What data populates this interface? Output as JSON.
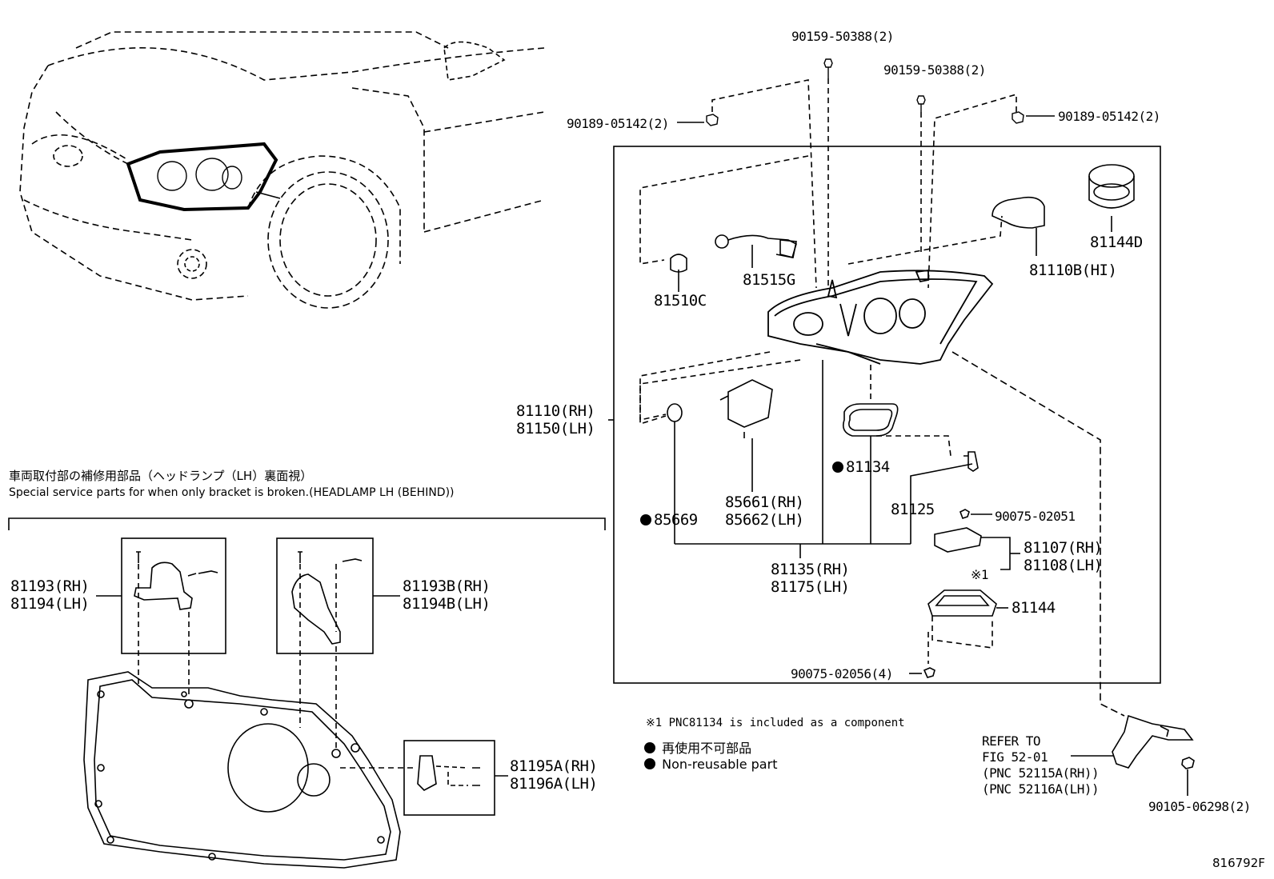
{
  "top_left_labels": {
    "bolt_top_1": "90159-50388(2)",
    "bolt_top_2": "90159-50388(2)",
    "screw_left": "90189-05142(2)",
    "screw_right": "90189-05142(2)"
  },
  "parts": {
    "p81510c": "81510C",
    "p81515g": "81515G",
    "p81110b": "81110B(HI)",
    "p81144d": "81144D",
    "p81110_rh": "81110(RH)",
    "p81150_lh": "81150(LH)",
    "p81134": "81134",
    "p85669": "85669",
    "p85661_rh": "85661(RH)",
    "p85662_lh": "85662(LH)",
    "p81125": "81125",
    "p90075_02051": "90075-02051",
    "p81107_rh": "81107(RH)",
    "p81108_lh": "81108(LH)",
    "p81135_rh": "81135(RH)",
    "p81175_lh": "81175(LH)",
    "ref1": "※1",
    "p81144": "81144",
    "p90075_02056": "90075-02056(4)",
    "p81193_rh": "81193(RH)",
    "p81194_lh": "81194(LH)",
    "p81193b_rh": "81193B(RH)",
    "p81194b_lh": "81194B(LH)",
    "p81195a_rh": "81195A(RH)",
    "p81196a_lh": "81196A(LH)",
    "p90105_06298": "90105-06298(2)"
  },
  "service": {
    "title_jp": "車両取付部の補修用部品（ヘッドランプ（LH）裏面視）",
    "title_en": "Special service parts for when only bracket is broken.(HEADLAMP LH (BEHIND))"
  },
  "notes": {
    "component": "※1 PNC81134 is included as a component",
    "nonreuse_jp": "再使用不可部品",
    "nonreuse_en": "Non-reusable part"
  },
  "refer": {
    "line1": "REFER TO",
    "line2": "FIG 52-01",
    "line3": "(PNC 52115A(RH))",
    "line4": "(PNC 52116A(LH))"
  },
  "figure_id": "816792F"
}
